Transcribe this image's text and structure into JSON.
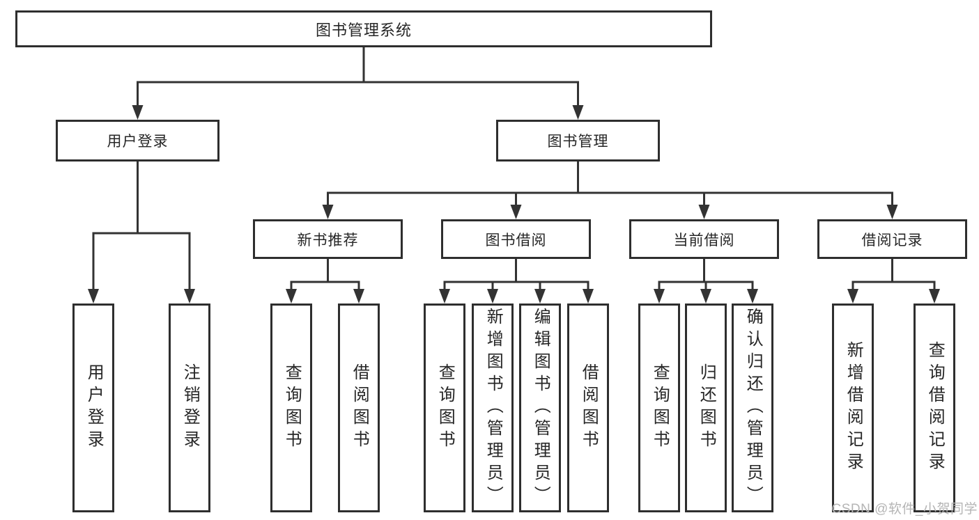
{
  "tree": {
    "label": "图书管理系统",
    "children": [
      {
        "label": "用户登录",
        "children": [
          {
            "label": "用户登录"
          },
          {
            "label": "注销登录"
          }
        ]
      },
      {
        "label": "图书管理",
        "children": [
          {
            "label": "新书推荐",
            "children": [
              {
                "label": "查询图书"
              },
              {
                "label": "借阅图书"
              }
            ]
          },
          {
            "label": "图书借阅",
            "children": [
              {
                "label": "查询图书"
              },
              {
                "label": "新增图书（管理员）"
              },
              {
                "label": "编辑图书（管理员）"
              },
              {
                "label": "借阅图书"
              }
            ]
          },
          {
            "label": "当前借阅",
            "children": [
              {
                "label": "查询图书"
              },
              {
                "label": "归还图书"
              },
              {
                "label": "确认归还（管理员）"
              }
            ]
          },
          {
            "label": "借阅记录",
            "children": [
              {
                "label": "新增借阅记录"
              },
              {
                "label": "查询借阅记录"
              }
            ]
          }
        ]
      }
    ]
  },
  "watermark": {
    "text": "CSDN @软件_小贺同学"
  },
  "colors": {
    "line": "#333333",
    "box_border": "#2e2e2e",
    "text": "#262626",
    "watermark": "#b5b5b5",
    "background": "#ffffff"
  }
}
